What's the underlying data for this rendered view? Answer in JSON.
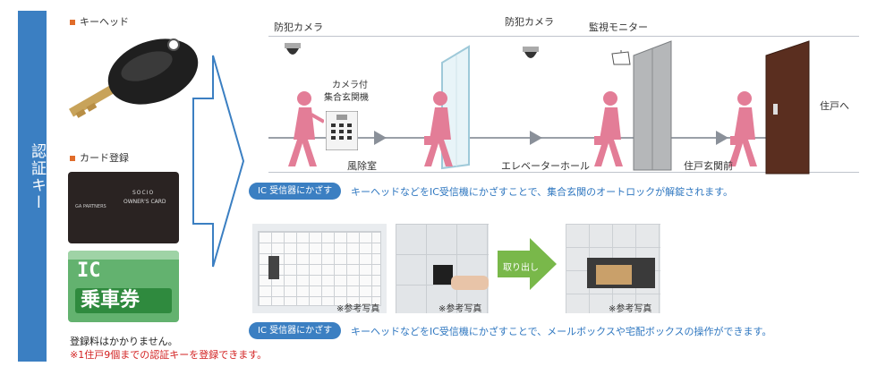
{
  "side": {
    "title": "認証キー"
  },
  "left": {
    "key_head_label": "キーヘッド",
    "card_label": "カード登録",
    "owner_card": {
      "line1": "SOCIO",
      "line2": "OWNER'S CARD",
      "brand": "GA PARTNERS"
    },
    "ic_card": {
      "top": "IC",
      "bottom": "乗車券"
    },
    "note": "登録料はかかりません。",
    "note_red": "※1住戸9個までの認証キーを登録できます。"
  },
  "upper": {
    "camera1": "防犯カメラ",
    "camera2": "防犯カメラ",
    "monitor": "監視モニター",
    "panel_label_1": "カメラ付",
    "panel_label_2": "集合玄関機",
    "room1": "風除室",
    "room2": "エレベーターホール",
    "room3": "住戸玄関前",
    "to_home": "住戸へ",
    "pill": "IC 受信器にかざす",
    "caption": "キーヘッドなどをIC受信機にかざすことで、集合玄関のオートロックが解錠されます。"
  },
  "lower": {
    "take_out": "取り出し",
    "ref1": "※参考写真",
    "ref2": "※参考写真",
    "ref3": "※参考写真",
    "pill": "IC 受信器にかざす",
    "caption": "キーヘッドなどをIC受信機にかざすことで、メールボックスや宅配ボックスの操作ができます。"
  },
  "colors": {
    "band": "#3b7fc2",
    "pink": "#e37d97",
    "accent_orange": "#e06c2a",
    "arrow_green": "#79b84a",
    "door_brown": "#5a2e1f"
  }
}
